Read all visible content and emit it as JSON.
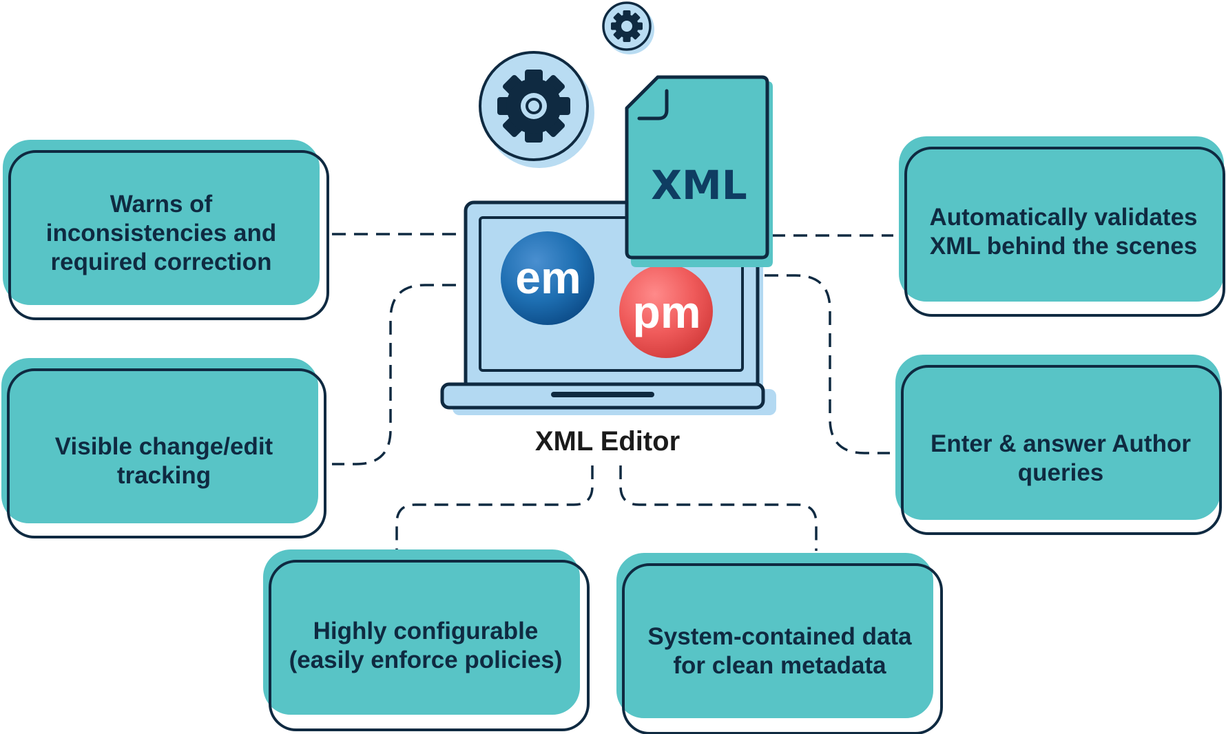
{
  "title": "XML Editor",
  "document_label": "XML",
  "logos": {
    "em": "em",
    "pm": "pm"
  },
  "features": [
    {
      "lines": [
        "Warns of",
        "inconsistencies and",
        "required correction"
      ]
    },
    {
      "lines": [
        "Visible change/edit",
        "tracking"
      ]
    },
    {
      "lines": [
        "Highly configurable",
        "(easily enforce policies)"
      ]
    },
    {
      "lines": [
        "System-contained data",
        "for clean metadata"
      ]
    },
    {
      "lines": [
        "Enter & answer Author",
        "queries"
      ]
    },
    {
      "lines": [
        "Automatically validates",
        "XML behind the scenes"
      ]
    }
  ],
  "colors": {
    "box_fill": "#58c4c6",
    "outline": "#0f2a41",
    "screen": "#b3d9f2",
    "em_logo": "#1e6fb2",
    "pm_logo": "#ef5a5a",
    "gear_background": "#b9dcf2"
  },
  "icons": [
    "gear-icon",
    "gear-icon",
    "xml-file-icon",
    "laptop-icon"
  ]
}
